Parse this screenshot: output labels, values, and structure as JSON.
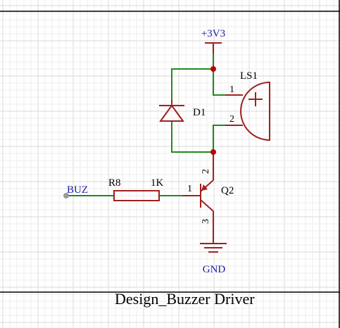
{
  "title": "Design_Buzzer Driver",
  "nets": {
    "power": "+3V3",
    "ground": "GND",
    "input": "BUZ"
  },
  "components": {
    "resistor": {
      "ref": "R8",
      "value": "1K"
    },
    "diode": {
      "ref": "D1"
    },
    "buzzer": {
      "ref": "LS1",
      "pin1": "1",
      "pin2": "2"
    },
    "transistor": {
      "ref": "Q2",
      "pin1": "1",
      "pin2": "2",
      "pin3": "3"
    }
  },
  "colors": {
    "wire": "#1e8a1e",
    "component": "#a02020",
    "net_label": "#1a1aa6",
    "junction": "#c00000",
    "frame": "#000000"
  }
}
